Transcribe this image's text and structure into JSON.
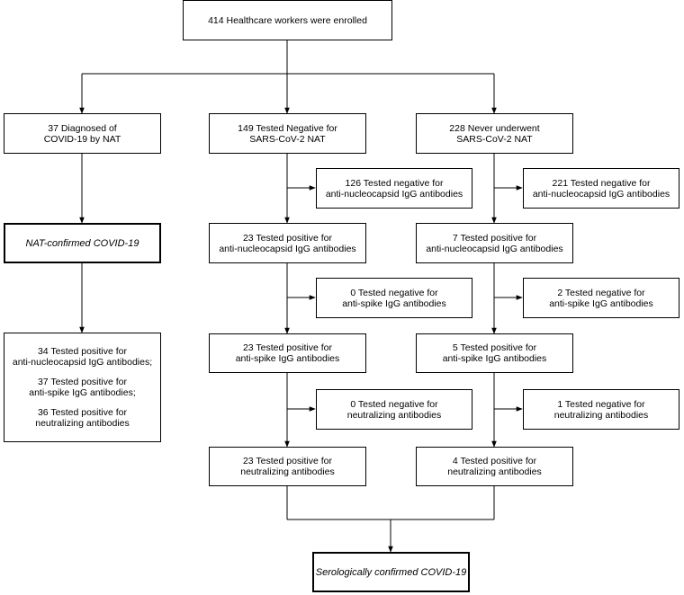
{
  "nodes": {
    "enrolled": [
      "414 Healthcare workers were enrolled"
    ],
    "diagnosed": [
      "37 Diagnosed of",
      "COVID-19 by NAT"
    ],
    "neg_nat": [
      "149 Tested Negative for",
      "SARS-CoV-2 NAT"
    ],
    "never_nat": [
      "228 Never underwent",
      "SARS-CoV-2 NAT"
    ],
    "nat_confirmed": [
      "NAT-confirmed COVID-19"
    ],
    "m_anc_neg": [
      "126 Tested negative for",
      "anti-nucleocapsid IgG antibodies"
    ],
    "r_anc_neg": [
      "221 Tested negative for",
      "anti-nucleocapsid IgG antibodies"
    ],
    "m_anc_pos": [
      "23 Tested positive for",
      "anti-nucleocapsid IgG antibodies"
    ],
    "r_anc_pos": [
      "7 Tested positive for",
      "anti-nucleocapsid IgG antibodies"
    ],
    "m_spike_neg": [
      "0 Tested negative for",
      "anti-spike IgG antibodies"
    ],
    "r_spike_neg": [
      "2 Tested negative for",
      "anti-spike IgG antibodies"
    ],
    "left_results": {
      "g1": [
        "34 Tested positive for",
        "anti-nucleocapsid IgG antibodies;"
      ],
      "g2": [
        "37 Tested positive for",
        "anti-spike IgG antibodies;"
      ],
      "g3": [
        "36 Tested positive for",
        "neutralizing antibodies"
      ]
    },
    "m_spike_pos": [
      "23 Tested positive for",
      "anti-spike IgG antibodies"
    ],
    "r_spike_pos": [
      "5 Tested positive for",
      "anti-spike IgG antibodies"
    ],
    "m_neut_neg": [
      "0 Tested negative for",
      "neutralizing antibodies"
    ],
    "r_neut_neg": [
      "1 Tested negative for",
      "neutralizing antibodies"
    ],
    "m_neut_pos": [
      "23 Tested positive for",
      "neutralizing antibodies"
    ],
    "r_neut_pos": [
      "4 Tested positive for",
      "neutralizing antibodies"
    ],
    "sero_confirmed": [
      "Serologically confirmed COVID-19"
    ]
  }
}
